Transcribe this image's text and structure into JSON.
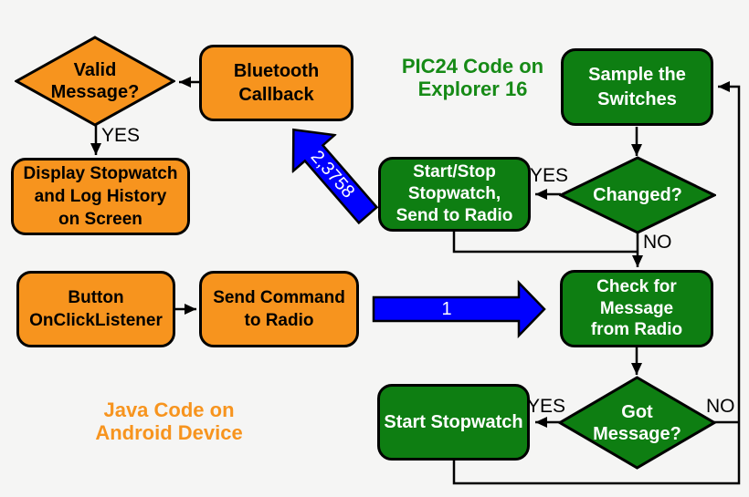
{
  "titles": {
    "pic24": "PIC24 Code on\nExplorer 16",
    "java": "Java Code on\nAndroid Device"
  },
  "nodes": {
    "valid_message": "Valid\nMessage?",
    "bluetooth_callback": "Bluetooth\nCallback",
    "display_stopwatch": "Display Stopwatch\nand Log History\non Screen",
    "button_onclicklistener": "Button\nOnClickListener",
    "send_command": "Send Command\nto Radio",
    "sample_switches": "Sample the\nSwitches",
    "changed": "Changed?",
    "start_stop_stopwatch": "Start/Stop\nStopwatch,\nSend to Radio",
    "check_message": "Check for\nMessage\nfrom Radio",
    "got_message": "Got\nMessage?",
    "start_stopwatch": "Start Stopwatch"
  },
  "edge_labels": {
    "valid_yes": "YES",
    "changed_yes": "YES",
    "changed_no": "NO",
    "got_yes": "YES",
    "got_no": "NO"
  },
  "arrows": {
    "to_pic24": "1",
    "to_android": "2,3758"
  },
  "colors": {
    "android_orange": "#F7941E",
    "pic24_green": "#0E7E12",
    "transition_blue": "#0000FE",
    "heading_green": "#168A16",
    "heading_orange": "#F7941E",
    "outline_black": "#000000",
    "background": "#F5F5F4"
  }
}
